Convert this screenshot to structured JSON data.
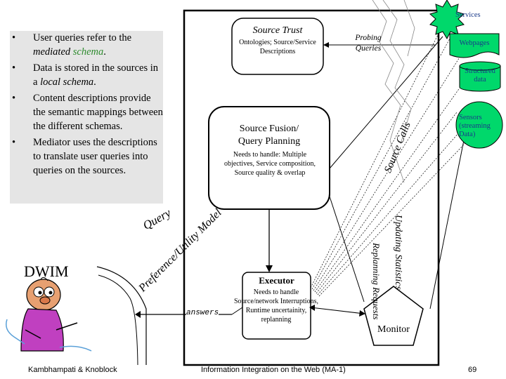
{
  "bullets": [
    {
      "parts": [
        "User queries refer to the ",
        "mediated ",
        "schema",
        "."
      ]
    },
    {
      "parts": [
        "Data is stored in the sources in a ",
        "local schema",
        "."
      ]
    },
    {
      "text": "Content descriptions provide the semantic mappings between the different schemas."
    },
    {
      "text": "Mediator uses the descriptions to translate user queries into queries on the sources."
    }
  ],
  "bullet_glyph": "•",
  "source_trust": {
    "title": "Source Trust",
    "desc": "Ontologies; Source/Service Descriptions"
  },
  "probing_queries": "Probing Queries",
  "fusion": {
    "title": "Source Fusion/ Query Planning",
    "desc": "Needs to handle: Multiple objectives, Service composition, Source quality & overlap"
  },
  "executor": {
    "title": "Executor",
    "desc": "Needs to handle Source/network Interruptions, Runtime uncertainity, replanning"
  },
  "services": {
    "title": "Services",
    "webpages": "Webpages",
    "structured": "Structured data",
    "sensors": "Sensors (streaming Data)"
  },
  "labels": {
    "source_calls": "Source Calls",
    "updating_statistics": "Updating Statistics",
    "replanning_requests": "Replanning Requests",
    "query": "Query",
    "pref_utility": "Preference/Utility Model",
    "answers": "answers",
    "monitor": "Monitor",
    "dwim": "DWIM"
  },
  "footer": {
    "left": "Kambhampati & Knoblock",
    "center": "Information Integration on the Web (MA-1)",
    "page": "69"
  },
  "colors": {
    "shape_fill": "#00d86b",
    "bullet_bg": "#e5e5e5",
    "schema_green": "#2e8b2e"
  }
}
